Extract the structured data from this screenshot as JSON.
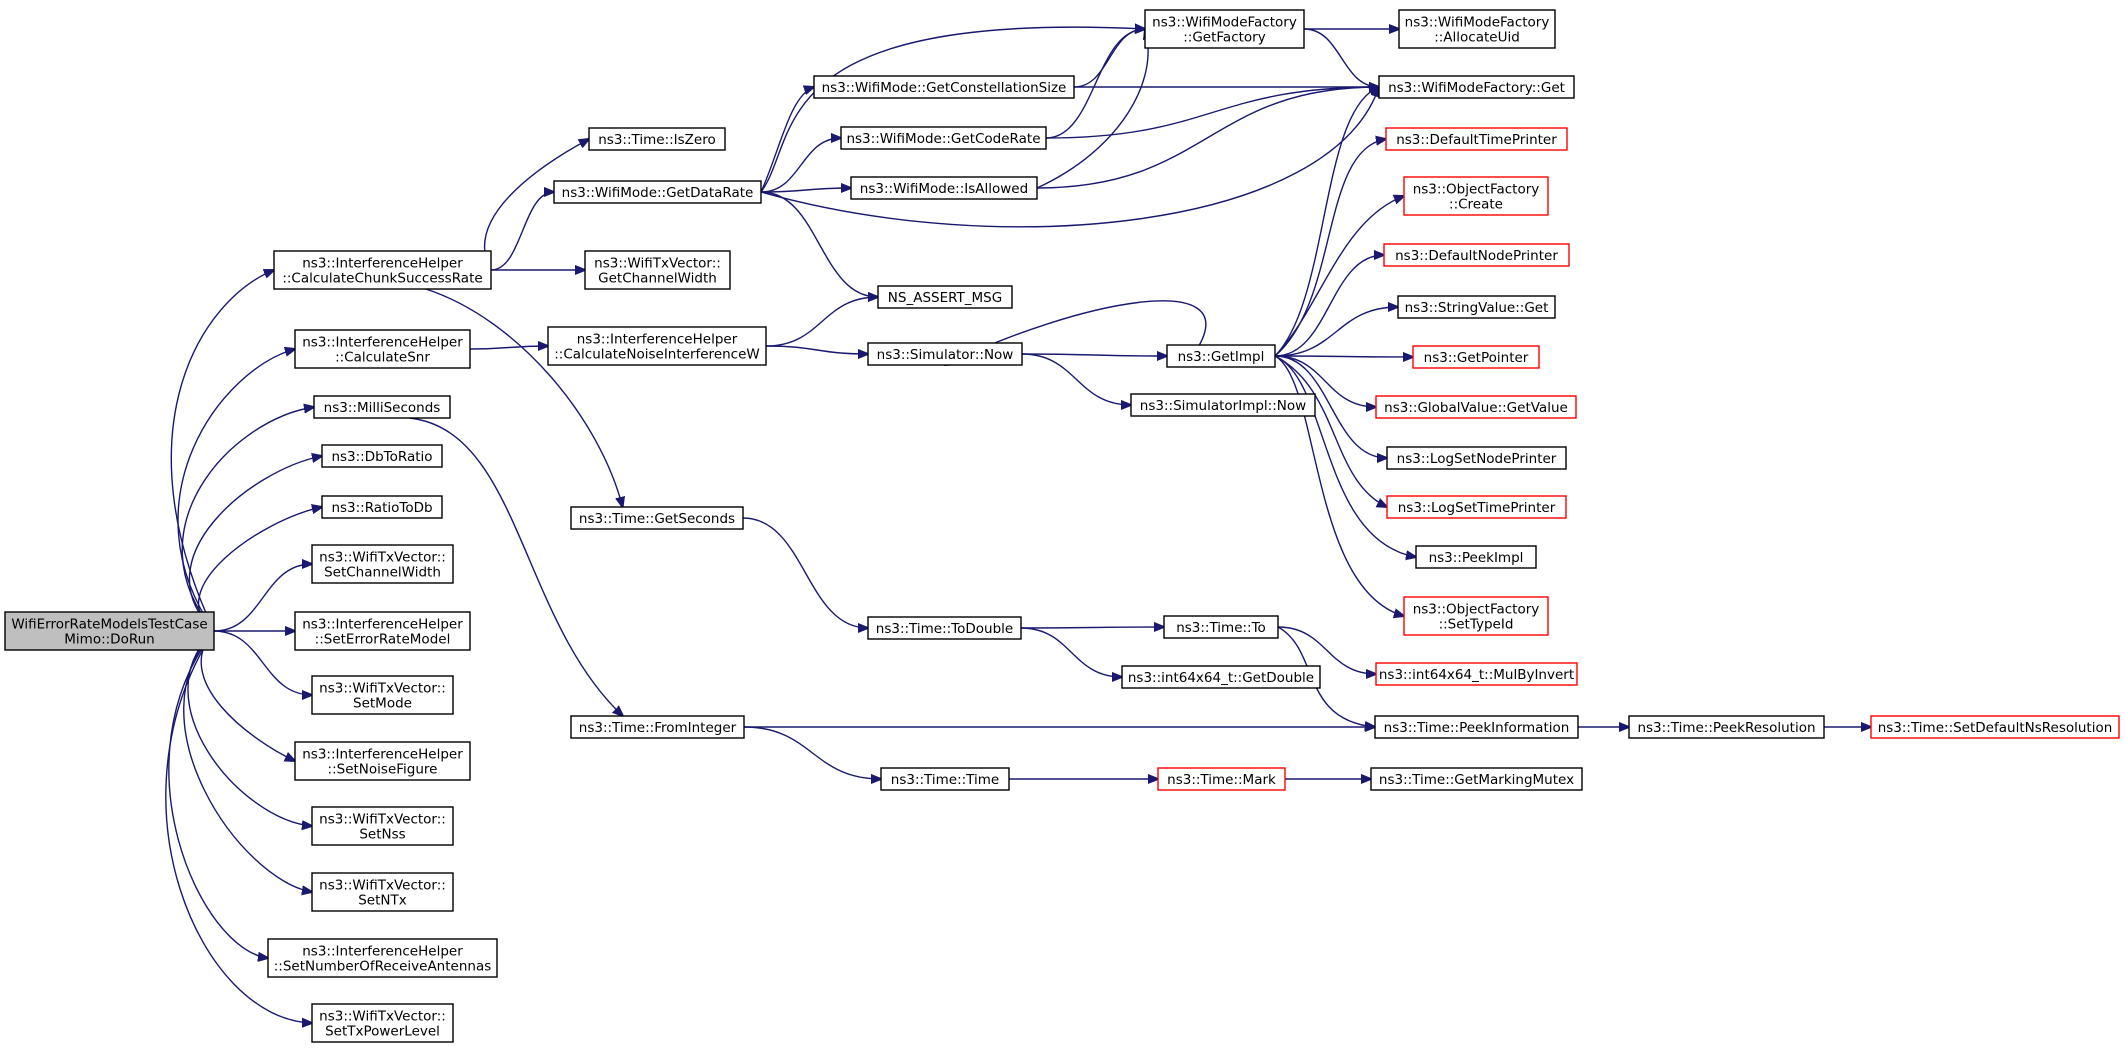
{
  "colors": {
    "edge": "#191970",
    "root_fill": "#bfbfbf",
    "red_border": "#ff0000",
    "border": "#000000"
  },
  "nodes": {
    "root": [
      "WifiErrorRateModelsTestCase",
      "Mimo::DoRun"
    ],
    "calc_chunk": [
      "ns3::InterferenceHelper",
      "::CalculateChunkSuccessRate"
    ],
    "calc_snr": [
      "ns3::InterferenceHelper",
      "::CalculateSnr"
    ],
    "milliseconds": [
      "ns3::MilliSeconds"
    ],
    "dbtoratio": [
      "ns3::DbToRatio"
    ],
    "ratiotodb": [
      "ns3::RatioToDb"
    ],
    "set_channel_width": [
      "ns3::WifiTxVector::",
      "SetChannelWidth"
    ],
    "set_error_rate_model": [
      "ns3::InterferenceHelper",
      "::SetErrorRateModel"
    ],
    "set_mode": [
      "ns3::WifiTxVector::",
      "SetMode"
    ],
    "set_noise_figure": [
      "ns3::InterferenceHelper",
      "::SetNoiseFigure"
    ],
    "set_nss": [
      "ns3::WifiTxVector::",
      "SetNss"
    ],
    "set_ntx": [
      "ns3::WifiTxVector::",
      "SetNTx"
    ],
    "set_num_rx_antennas": [
      "ns3::InterferenceHelper",
      "::SetNumberOfReceiveAntennas"
    ],
    "set_tx_power_level": [
      "ns3::WifiTxVector::",
      "SetTxPowerLevel"
    ],
    "time_iszero": [
      "ns3::Time::IsZero"
    ],
    "get_data_rate": [
      "ns3::WifiMode::GetDataRate"
    ],
    "get_channel_width": [
      "ns3::WifiTxVector::",
      "GetChannelWidth"
    ],
    "calc_noise": [
      "ns3::InterferenceHelper",
      "::CalculateNoiseInterferenceW"
    ],
    "time_get_seconds": [
      "ns3::Time::GetSeconds"
    ],
    "time_from_integer": [
      "ns3::Time::FromInteger"
    ],
    "get_constellation": [
      "ns3::WifiMode::GetConstellationSize"
    ],
    "get_code_rate": [
      "ns3::WifiMode::GetCodeRate"
    ],
    "is_allowed": [
      "ns3::WifiMode::IsAllowed"
    ],
    "ns_assert_msg": [
      "NS_ASSERT_MSG"
    ],
    "simulator_now": [
      "ns3::Simulator::Now"
    ],
    "time_to_double": [
      "ns3::Time::ToDouble"
    ],
    "time_time": [
      "ns3::Time::Time"
    ],
    "mode_factory_get_factory": [
      "ns3::WifiModeFactory",
      "::GetFactory"
    ],
    "mode_factory_allocate_uid": [
      "ns3::WifiModeFactory",
      "::AllocateUid"
    ],
    "mode_factory_get": [
      "ns3::WifiModeFactory::Get"
    ],
    "default_time_printer": [
      "ns3::DefaultTimePrinter"
    ],
    "object_factory_create": [
      "ns3::ObjectFactory",
      "::Create"
    ],
    "default_node_printer": [
      "ns3::DefaultNodePrinter"
    ],
    "get_impl": [
      "ns3::GetImpl"
    ],
    "string_value_get": [
      "ns3::StringValue::Get"
    ],
    "get_pointer": [
      "ns3::GetPointer"
    ],
    "global_value_get_value": [
      "ns3::GlobalValue::GetValue"
    ],
    "simulator_impl_now": [
      "ns3::SimulatorImpl::Now"
    ],
    "log_set_node_printer": [
      "ns3::LogSetNodePrinter"
    ],
    "log_set_time_printer": [
      "ns3::LogSetTimePrinter"
    ],
    "peek_impl": [
      "ns3::PeekImpl"
    ],
    "object_factory_set_type_id": [
      "ns3::ObjectFactory",
      "::SetTypeId"
    ],
    "time_to": [
      "ns3::Time::To"
    ],
    "int64_get_double": [
      "ns3::int64x64_t::GetDouble"
    ],
    "int64_mul_by_invert": [
      "ns3::int64x64_t::MulByInvert"
    ],
    "time_peek_information": [
      "ns3::Time::PeekInformation"
    ],
    "time_peek_resolution": [
      "ns3::Time::PeekResolution"
    ],
    "time_set_default_ns_resolution": [
      "ns3::Time::SetDefaultNsResolution"
    ],
    "time_mark": [
      "ns3::Time::Mark"
    ],
    "time_get_marking_mutex": [
      "ns3::Time::GetMarkingMutex"
    ]
  }
}
